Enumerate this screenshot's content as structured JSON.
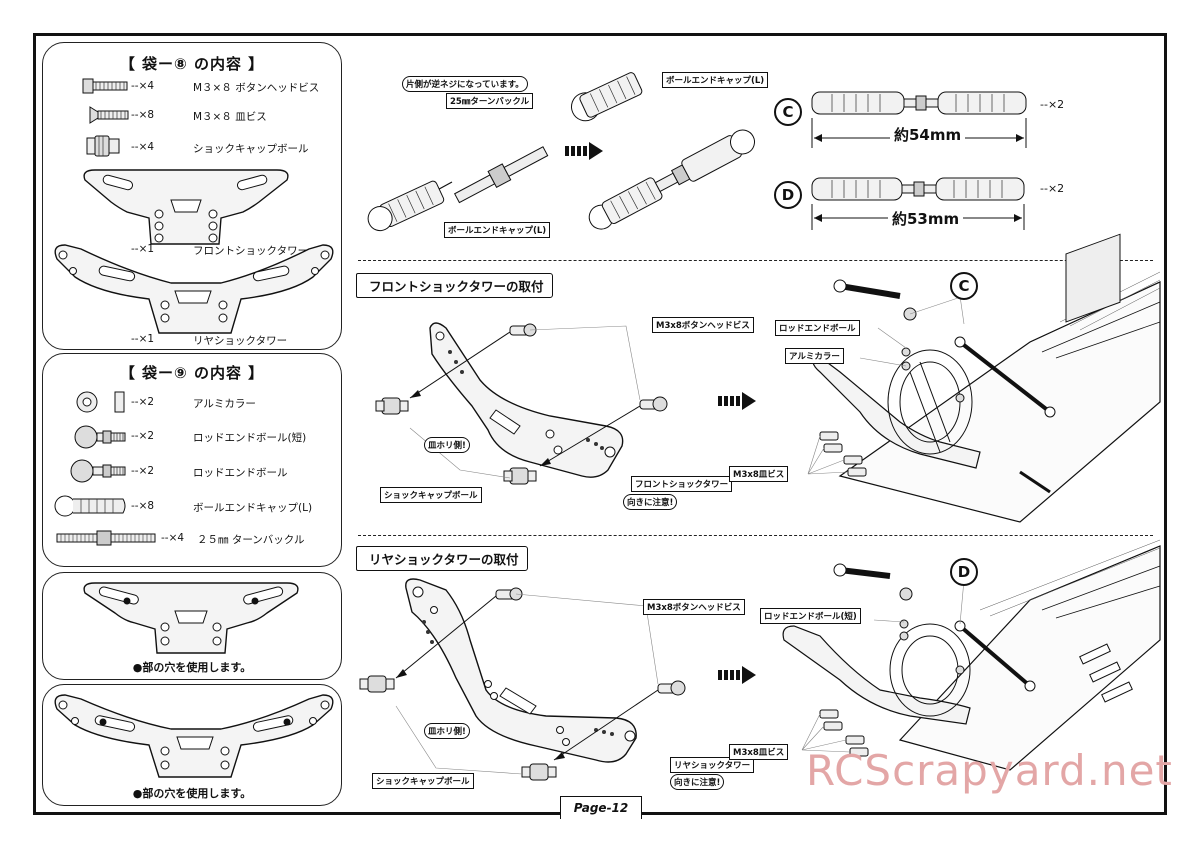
{
  "bag8": {
    "title": "【 袋ー⑧ の内容 】",
    "items": [
      {
        "qty": "--×4",
        "name": "M３×８ ボタンヘッドビス",
        "icon": "button-head-screw-icon"
      },
      {
        "qty": "--×8",
        "name": "M３×８ 皿ビス",
        "icon": "countersunk-screw-icon"
      },
      {
        "qty": "--×4",
        "name": "ショックキャップボール",
        "icon": "shock-cap-ball-icon"
      }
    ],
    "front_tower": {
      "qty": "--×1",
      "name": "フロントショックタワー"
    },
    "rear_tower": {
      "qty": "--×1",
      "name": "リヤショックタワー"
    }
  },
  "bag9": {
    "title": "【 袋ー⑨ の内容 】",
    "items": [
      {
        "qty": "--×2",
        "name": "アルミカラー",
        "icon": "aluminum-collar-icon"
      },
      {
        "qty": "--×2",
        "name": "ロッドエンドボール(短)",
        "icon": "rod-end-ball-short-icon"
      },
      {
        "qty": "--×2",
        "name": "ロッドエンドボール",
        "icon": "rod-end-ball-icon"
      },
      {
        "qty": "--×8",
        "name": "ボールエンドキャップ(L)",
        "icon": "ball-end-cap-icon"
      }
    ],
    "turnbuckle": {
      "qty": "--×4",
      "name": "２５㎜ ターンバックル",
      "icon": "turnbuckle-icon"
    }
  },
  "hole_note_front": "●部の穴を使用します。",
  "hole_note_rear": "●部の穴を使用します。",
  "turnbuckle_section": {
    "reverse_thread_note": "片側が逆ネジになっています。",
    "turnbuckle_label": "25㎜ターンバックル",
    "ball_end_cap_top": "ボールエンドキャップ(L)",
    "ball_end_cap_bottom": "ボールエンドキャップ(L)",
    "rod_c": {
      "letter": "C",
      "length": "約54mm",
      "qty": "--×2"
    },
    "rod_d": {
      "letter": "D",
      "length": "約53mm",
      "qty": "--×2"
    }
  },
  "front_section": {
    "heading": "フロントショックタワーの取付",
    "screw_label": "M3x8ボタンヘッドビス",
    "countersink_note": "皿ホリ側!",
    "shock_cap_ball": "ショックキャップボール",
    "tower_label": "フロントショックタワー",
    "orientation_note": "向きに注意!",
    "rod_end_ball": "ロッドエンドボール",
    "aluminum_collar": "アルミカラー",
    "flat_screw": "M3x8皿ビス",
    "letter": "C"
  },
  "rear_section": {
    "heading": "リヤショックタワーの取付",
    "screw_label": "M3x8ボタンヘッドビス",
    "countersink_note": "皿ホリ側!",
    "shock_cap_ball": "ショックキャップボール",
    "tower_label": "リヤショックタワー",
    "orientation_note": "向きに注意!",
    "rod_end_ball_short": "ロッドエンドボール(短)",
    "flat_screw": "M3x8皿ビス",
    "letter": "D"
  },
  "page_label": "Page-12",
  "watermark": "RCScrapyard.net"
}
